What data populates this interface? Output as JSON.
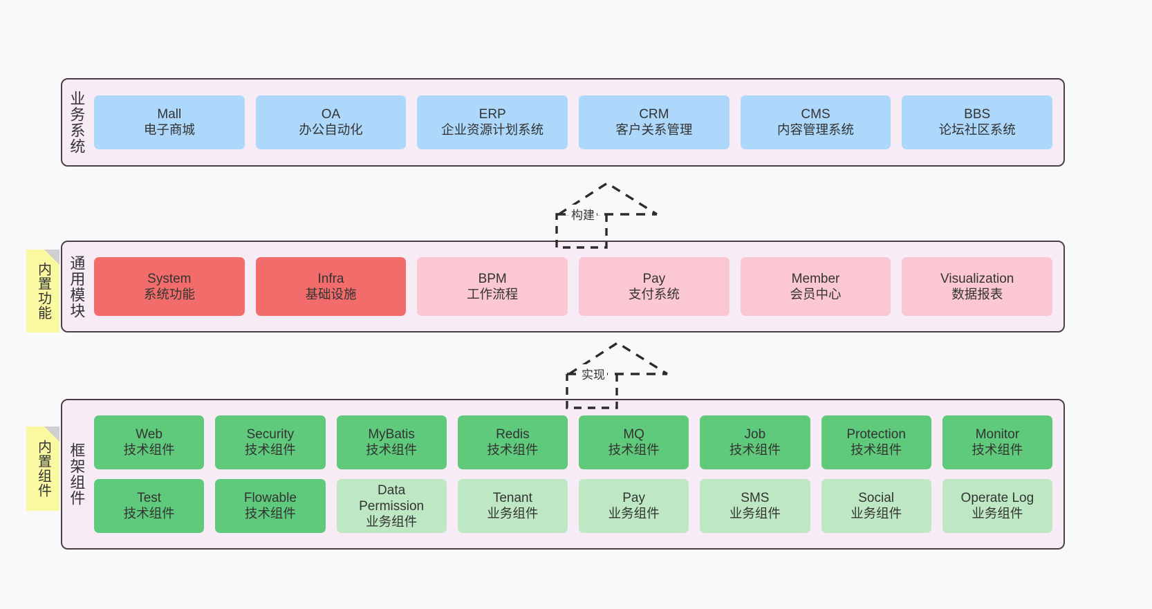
{
  "diagram": {
    "background_color": "#F9F9F9",
    "panel_bg": "#F7EBF5",
    "panel_border": "#4A3F48",
    "sticky_color": "#FAF8A0",
    "colors": {
      "business_system": "#ADD8FB",
      "module_strong": "#F26C6C",
      "module_soft": "#FBC7D2",
      "tech_component": "#5FC97C",
      "business_component": "#BEE8C3"
    }
  },
  "layers": {
    "business": {
      "title": "业务系统",
      "nodes": [
        {
          "en": "Mall",
          "cn": "电子商城"
        },
        {
          "en": "OA",
          "cn": "办公自动化"
        },
        {
          "en": "ERP",
          "cn": "企业资源计划系统"
        },
        {
          "en": "CRM",
          "cn": "客户关系管理"
        },
        {
          "en": "CMS",
          "cn": "内容管理系统"
        },
        {
          "en": "BBS",
          "cn": "论坛社区系统"
        }
      ]
    },
    "modules": {
      "title": "通用模块",
      "sticky": "内置功能",
      "nodes": [
        {
          "en": "System",
          "cn": "系统功能",
          "variant": "strong"
        },
        {
          "en": "Infra",
          "cn": "基础设施",
          "variant": "strong"
        },
        {
          "en": "BPM",
          "cn": "工作流程",
          "variant": "soft"
        },
        {
          "en": "Pay",
          "cn": "支付系统",
          "variant": "soft"
        },
        {
          "en": "Member",
          "cn": "会员中心",
          "variant": "soft"
        },
        {
          "en": "Visualization",
          "cn": "数据报表",
          "variant": "soft"
        }
      ]
    },
    "framework": {
      "title": "框架组件",
      "sticky": "内置组件",
      "row1": [
        {
          "en": "Web",
          "cn": "技术组件"
        },
        {
          "en": "Security",
          "cn": "技术组件"
        },
        {
          "en": "MyBatis",
          "cn": "技术组件"
        },
        {
          "en": "Redis",
          "cn": "技术组件"
        },
        {
          "en": "MQ",
          "cn": "技术组件"
        },
        {
          "en": "Job",
          "cn": "技术组件"
        },
        {
          "en": "Protection",
          "cn": "技术组件"
        },
        {
          "en": "Monitor",
          "cn": "技术组件"
        }
      ],
      "row2": [
        {
          "en": "Test",
          "cn": "技术组件",
          "variant": "tech"
        },
        {
          "en": "Flowable",
          "cn": "技术组件",
          "variant": "tech"
        },
        {
          "en": "Data Permission",
          "cn": "业务组件",
          "variant": "biz"
        },
        {
          "en": "Tenant",
          "cn": "业务组件",
          "variant": "biz"
        },
        {
          "en": "Pay",
          "cn": "业务组件",
          "variant": "biz"
        },
        {
          "en": "SMS",
          "cn": "业务组件",
          "variant": "biz"
        },
        {
          "en": "Social",
          "cn": "业务组件",
          "variant": "biz"
        },
        {
          "en": "Operate Log",
          "cn": "业务组件",
          "variant": "biz"
        }
      ]
    }
  },
  "connectors": [
    {
      "label": "构建",
      "style": "dashed-hollow-arrow",
      "from": "通用模块",
      "to": "业务系统"
    },
    {
      "label": "实现",
      "style": "dashed-hollow-arrow",
      "from": "框架组件",
      "to": "通用模块"
    }
  ]
}
